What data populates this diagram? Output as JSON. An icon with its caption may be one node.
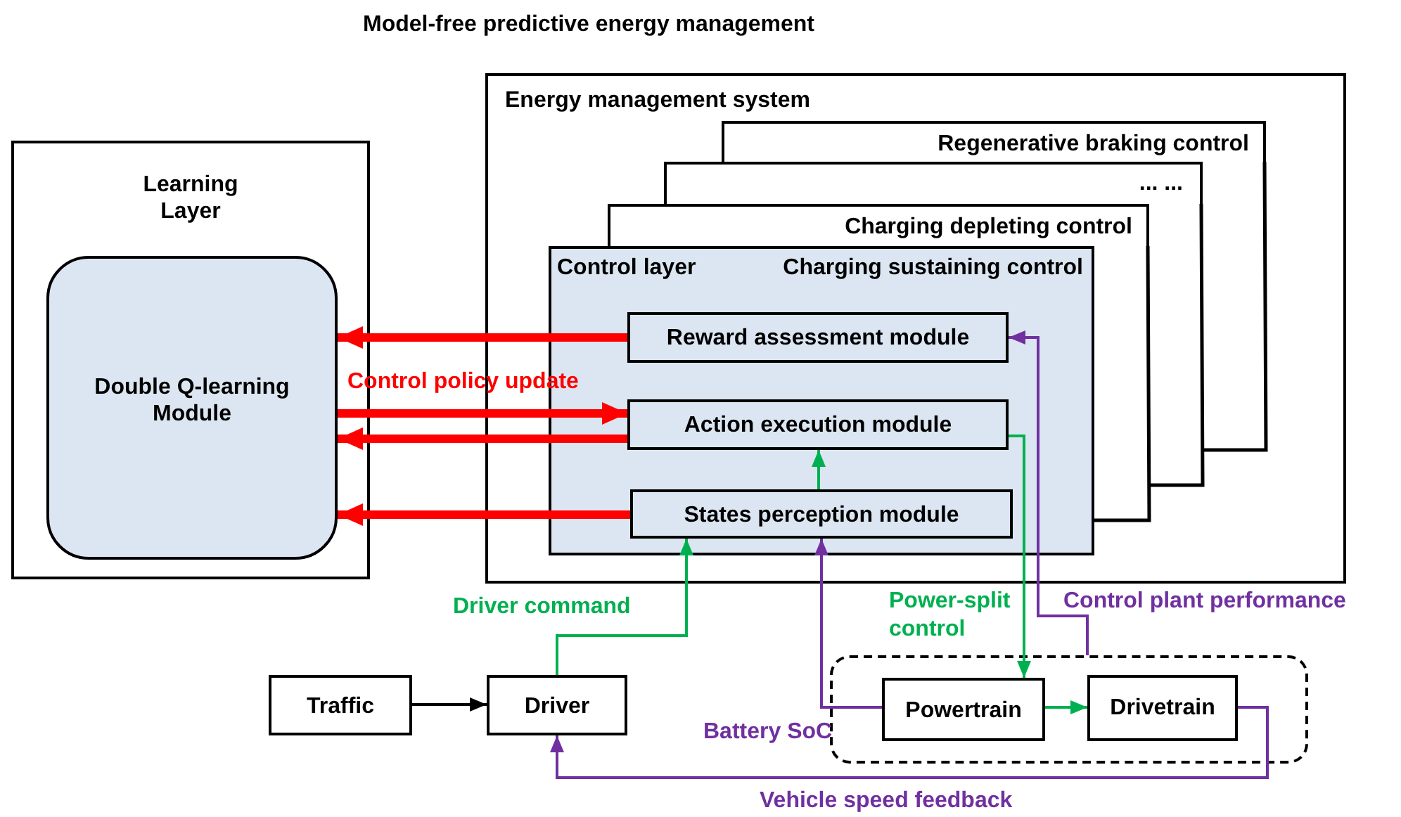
{
  "diagram": {
    "title": "Model-free predictive energy management",
    "nodes": [
      {
        "text": [
          "Learning Layer"
        ]
      },
      {
        "text": [
          "Double Q-learning Module"
        ],
        "in": 0
      },
      {
        "text": [
          "Energy management system"
        ]
      },
      {
        "text": [
          "Regenerative braking control"
        ],
        "in": 2
      },
      {
        "text": [
          "... ..."
        ],
        "in": 2
      },
      {
        "text": [
          "Charging depleting control"
        ],
        "in": 2
      },
      {
        "text": [
          "Control layer",
          "Charging sustaining control"
        ],
        "in": 2
      },
      {
        "text": [
          "Reward assessment module"
        ],
        "in": 6
      },
      {
        "text": [
          "Action execution module"
        ],
        "in": 6
      },
      {
        "text": [
          "States perception module"
        ],
        "in": 6
      },
      {
        "text": [
          "Traffic"
        ]
      },
      {
        "text": [
          "Driver"
        ]
      },
      {
        "text": [],
        "shape": "box"
      },
      {
        "text": [
          "Powertrain"
        ],
        "in": 12
      },
      {
        "text": [
          "Drivetrain"
        ],
        "in": 12
      }
    ],
    "edges": [
      {
        "from": 7,
        "to": 1,
        "arrow": "to",
        "style": "thick",
        "color": "#ff0000"
      },
      {
        "from": 1,
        "to": 8,
        "arrow": "to",
        "style": "thick",
        "color": "#ff0000",
        "label": "Control  policy update"
      },
      {
        "from": 8,
        "to": 1,
        "arrow": "to",
        "style": "thick",
        "color": "#ff0000"
      },
      {
        "from": 9,
        "to": 1,
        "arrow": "to",
        "style": "thick",
        "color": "#ff0000"
      },
      {
        "from": 9,
        "to": 8,
        "arrow": "to",
        "color": "#00b050"
      },
      {
        "from": 11,
        "to": 9,
        "arrow": "to",
        "color": "#00b050",
        "label": "Driver command"
      },
      {
        "from": 8,
        "to": 13,
        "arrow": "to",
        "color": "#00b050",
        "label": "Power-split control"
      },
      {
        "from": 13,
        "to": 9,
        "arrow": "to",
        "color": "#7030a0",
        "label": "Battery SoC"
      },
      {
        "from": 12,
        "to": 7,
        "arrow": "to",
        "color": "#7030a0",
        "label": "Control plant performance"
      },
      {
        "from": 14,
        "to": 11,
        "arrow": "to",
        "color": "#7030a0",
        "label": "Vehicle speed feedback"
      },
      {
        "from": 10,
        "to": 11,
        "arrow": "to",
        "color": "#000000"
      },
      {
        "from": 13,
        "to": 14,
        "arrow": "to",
        "color": "#00b050"
      }
    ]
  }
}
